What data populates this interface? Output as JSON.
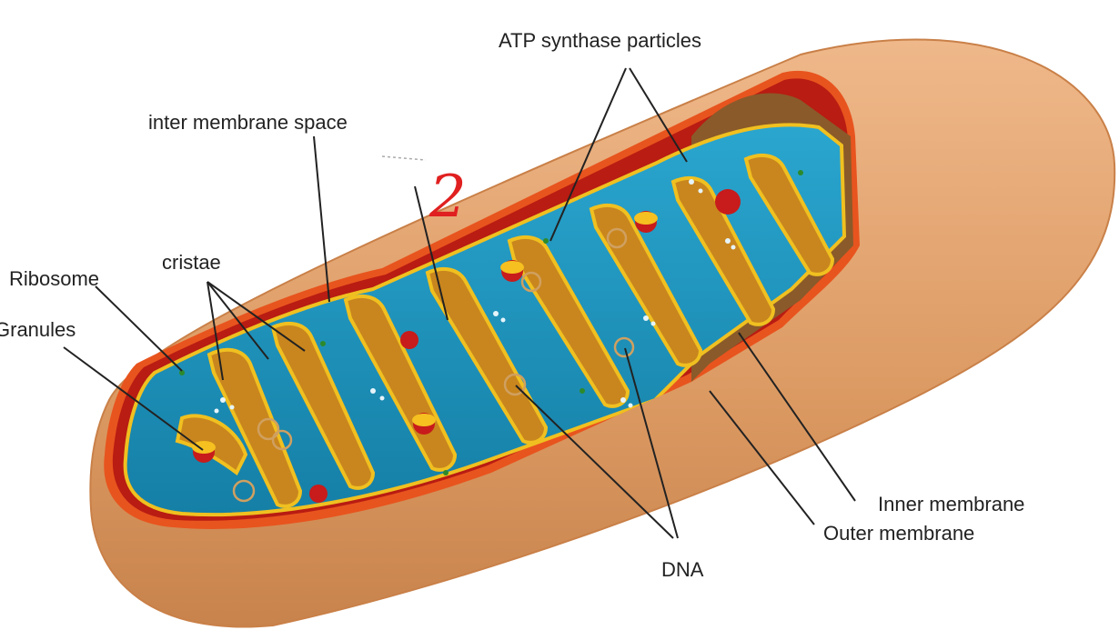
{
  "labels": {
    "atp": "ATP synthase particles",
    "intermembrane": "inter membrane space",
    "handwritten_mark": "2",
    "ribosome": "Ribosome",
    "cristae": "cristae",
    "granules": "Granules",
    "inner_membrane": "Inner membrane",
    "outer_membrane": "Outer membrane",
    "dna": "DNA"
  },
  "colors": {
    "outer_shell": "#dfa06c",
    "outer_membrane_edge": "#e8541e",
    "intermembrane_fill": "#b81c12",
    "matrix": "#1f9ac3",
    "cristae_edge": "#f0c020",
    "handwriting": "#e02020"
  }
}
